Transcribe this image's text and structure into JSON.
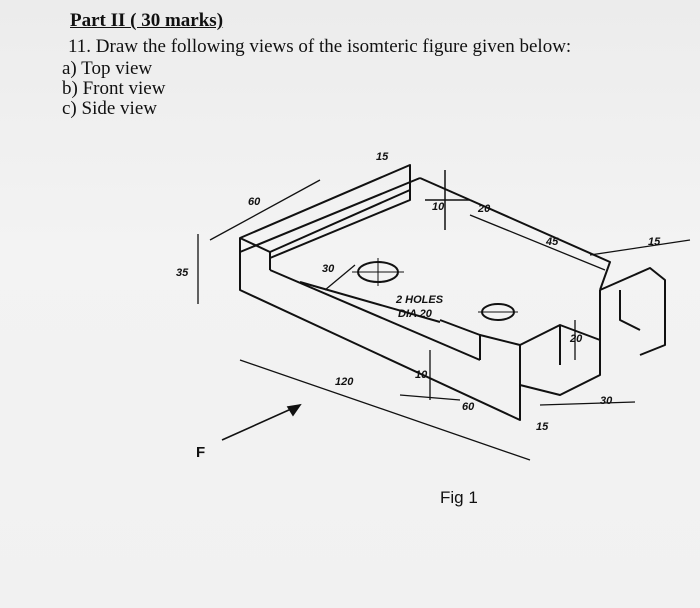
{
  "heading": "Part II ( 30 marks)",
  "question": "11. Draw the following views of the isomteric figure given below:",
  "options": [
    "a) Top view",
    "b) Front view",
    "c) Side view"
  ],
  "figure": {
    "caption": "Fig 1",
    "view_label": "F",
    "holes_note_line1": "2 HOLES",
    "holes_note_line2": "DIA 20",
    "dimensions": {
      "d60_top": "60",
      "d15_top": "15",
      "d20_top": "20",
      "d10_top": "10",
      "d45": "45",
      "d15_right": "15",
      "d35": "35",
      "d30_slot": "30",
      "d20_right": "20",
      "d120": "120",
      "d10_front": "10",
      "d60_bottom": "60",
      "d15_bottom": "15",
      "d30_bottom": "30"
    }
  }
}
